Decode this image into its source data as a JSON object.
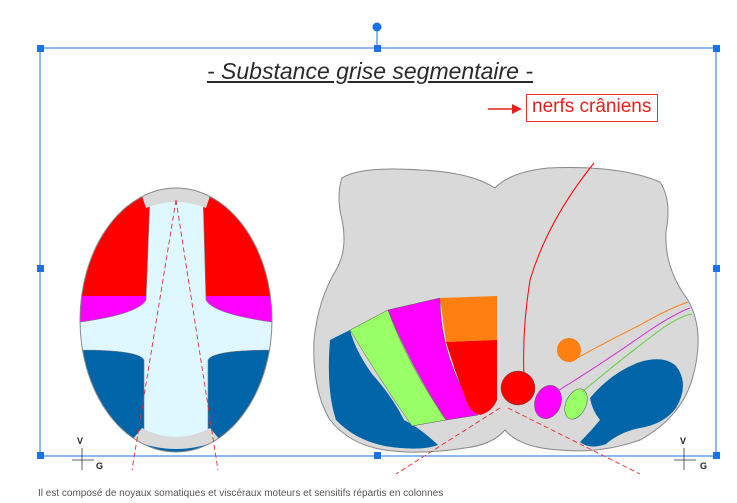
{
  "slide": {
    "title": "- Substance grise segmentaire -",
    "nerfs_label": "nerfs crâniens",
    "axis_left": {
      "v": "V",
      "g": "G"
    },
    "axis_right": {
      "v": "V",
      "g": "G"
    },
    "bottom_caption": "Il est composé de noyaux somatiques et viscéraux moteurs et sensitifs répartis en colonnes"
  },
  "colors": {
    "selection": "#1a73e8",
    "red": "#ff0000",
    "magenta": "#ff00ff",
    "green": "#99ff66",
    "blue": "#0064a8",
    "orange": "#ff7f11",
    "grey": "#d9d9d9",
    "light_cyan": "#dff7ff",
    "arrow": "#e8201c"
  }
}
